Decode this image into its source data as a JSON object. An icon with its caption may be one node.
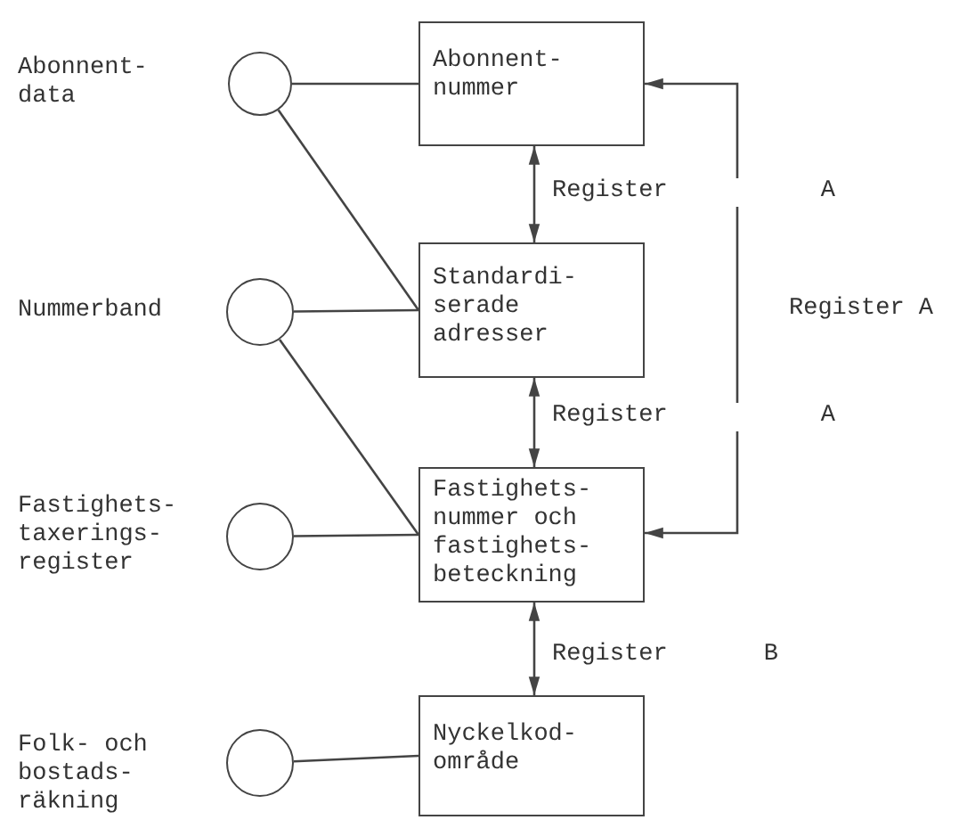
{
  "diagram": {
    "nodes": [
      {
        "text": [],
        "shape": "circle",
        "beside": [
          "Abonnent- data"
        ]
      },
      {
        "text": [
          "Abonnent- nummer"
        ]
      },
      {
        "text": [],
        "shape": "circle",
        "beside": [
          "Nummerband"
        ]
      },
      {
        "text": [
          "Standardi- serade adresser"
        ]
      },
      {
        "text": [],
        "shape": "circle",
        "beside": [
          "Fastighets- taxerings- register"
        ]
      },
      {
        "text": [
          "Fastighets- nummer och fastighets- beteckning"
        ]
      },
      {
        "text": [],
        "shape": "circle",
        "beside": [
          "Folk- och bostads- räkning"
        ]
      },
      {
        "text": [
          "Nyckelkod- område"
        ]
      }
    ],
    "edges": [
      {
        "from": 0,
        "to": 1,
        "arrow": "none"
      },
      {
        "from": 0,
        "to": 3,
        "arrow": "none"
      },
      {
        "from": 1,
        "to": 3,
        "arrow": "both",
        "label": "Register A"
      },
      {
        "from": 2,
        "to": 3,
        "arrow": "none"
      },
      {
        "from": 2,
        "to": 5,
        "arrow": "none"
      },
      {
        "from": 3,
        "to": 5,
        "arrow": "both",
        "label": "Register A"
      },
      {
        "from": 4,
        "to": 5,
        "arrow": "none"
      },
      {
        "from": 5,
        "to": 7,
        "arrow": "both",
        "label": "Register B"
      },
      {
        "from": 5,
        "to": 1,
        "arrow": "both",
        "label": "Register A"
      },
      {
        "from": 6,
        "to": 7,
        "arrow": "none"
      }
    ]
  }
}
